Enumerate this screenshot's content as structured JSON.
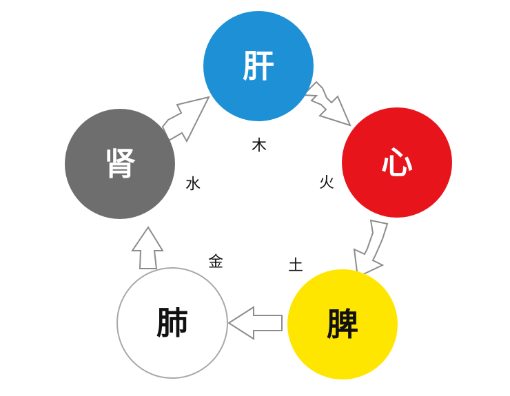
{
  "diagram": {
    "organs": [
      {
        "id": "liver",
        "label": "肝",
        "color": "#1e90d6",
        "text_color": "#ffffff"
      },
      {
        "id": "heart",
        "label": "心",
        "color": "#e8141c",
        "text_color": "#ffffff"
      },
      {
        "id": "spleen",
        "label": "脾",
        "color": "#ffe600",
        "text_color": "#111111"
      },
      {
        "id": "lung",
        "label": "肺",
        "color": "#ffffff",
        "text_color": "#111111"
      },
      {
        "id": "kidney",
        "label": "肾",
        "color": "#6e6e6e",
        "text_color": "#ffffff"
      }
    ],
    "elements": {
      "wood": "木",
      "fire": "火",
      "earth": "土",
      "metal": "金",
      "water": "水"
    },
    "arrows": [
      {
        "from": "liver",
        "to": "heart"
      },
      {
        "from": "heart",
        "to": "spleen"
      },
      {
        "from": "spleen",
        "to": "lung"
      },
      {
        "from": "lung",
        "to": "kidney"
      },
      {
        "from": "kidney",
        "to": "liver"
      }
    ]
  }
}
